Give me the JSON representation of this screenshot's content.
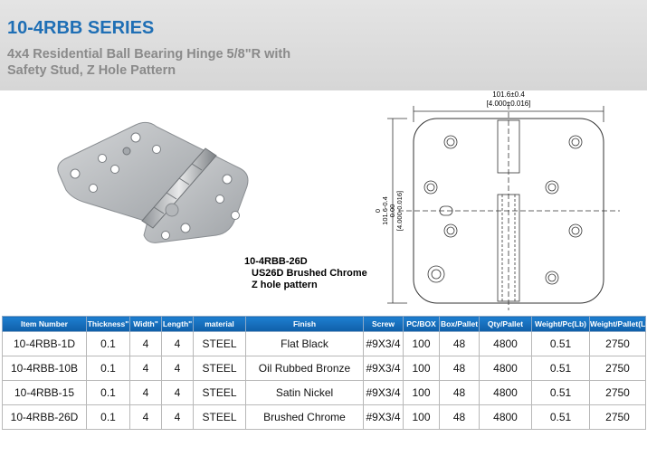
{
  "header": {
    "series": "10-4RBB SERIES",
    "subtitle_line1": "4x4 Residential Ball Bearing Hinge 5/8\"R  with",
    "subtitle_line2": "Safety Stud, Z Hole Pattern"
  },
  "caption": {
    "model": "10-4RBB-26D",
    "finish": "US26D Brushed Chrome",
    "pattern": "Z hole pattern"
  },
  "drawing": {
    "width_mm": "101.6±0.4",
    "width_in": "[4.000±0.016]",
    "height_zero": "0",
    "height_mm": "101.6-0.4",
    "height_mm_tol": "0.00",
    "height_in": "[4.000-0.016]"
  },
  "colors": {
    "title_blue": "#1f6fb5",
    "table_header": "#1670c2"
  },
  "table": {
    "headers": [
      "Item Number",
      "Thickness\"",
      "Width\"",
      "Length\"",
      "material",
      "Finish",
      "Screw",
      "PC/BOX",
      "Box/Pallet",
      "Qty/Pallet",
      "Weight/Pc(Lb)",
      "Weight/Pallet(Lb)"
    ],
    "rows": [
      [
        "10-4RBB-1D",
        "0.1",
        "4",
        "4",
        "STEEL",
        "Flat Black",
        "#9X3/4",
        "100",
        "48",
        "4800",
        "0.51",
        "2750"
      ],
      [
        "10-4RBB-10B",
        "0.1",
        "4",
        "4",
        "STEEL",
        "Oil Rubbed Bronze",
        "#9X3/4",
        "100",
        "48",
        "4800",
        "0.51",
        "2750"
      ],
      [
        "10-4RBB-15",
        "0.1",
        "4",
        "4",
        "STEEL",
        "Satin Nickel",
        "#9X3/4",
        "100",
        "48",
        "4800",
        "0.51",
        "2750"
      ],
      [
        "10-4RBB-26D",
        "0.1",
        "4",
        "4",
        "STEEL",
        "Brushed Chrome",
        "#9X3/4",
        "100",
        "48",
        "4800",
        "0.51",
        "2750"
      ]
    ]
  }
}
